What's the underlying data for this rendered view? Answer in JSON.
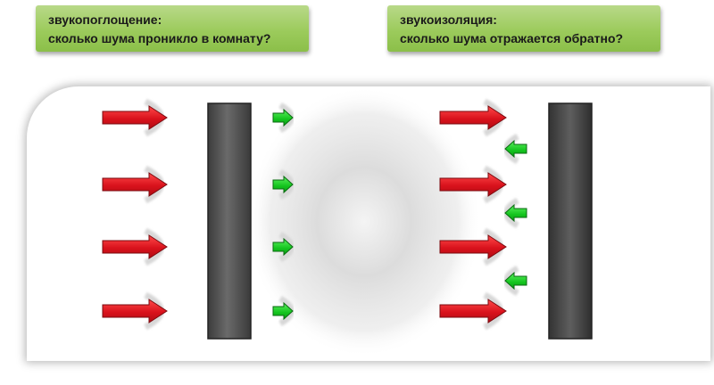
{
  "absorption": {
    "title": "звукопоглощение:",
    "question": "сколько шума проникло в комнату?"
  },
  "insulation": {
    "title": "звукоизоляция:",
    "question": "сколько шума отражается обратно?"
  },
  "colors": {
    "label_green": "#9ccb5c",
    "incident_arrow": "#e51c23",
    "transmitted_arrow": "#1fd42a",
    "reflected_arrow": "#1fd42a",
    "wall": "#4a4a4a"
  }
}
